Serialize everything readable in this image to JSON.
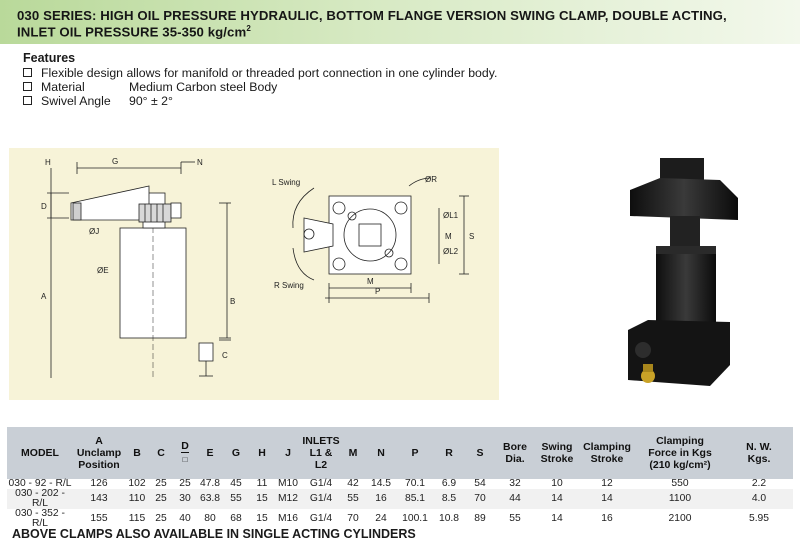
{
  "header": {
    "line1": "030 SERIES: HIGH OIL PRESSURE HYDRAULIC, BOTTOM FLANGE VERSION SWING CLAMP, DOUBLE ACTING,",
    "line2": "INLET OIL PRESSURE 35-350 kg/cm",
    "line2_sup": "2"
  },
  "features": {
    "title": "Features",
    "items": [
      {
        "text": "Flexible design allows for manifold or threaded port connection in one cylinder body."
      },
      {
        "label": "Material",
        "value": "Medium Carbon steel Body"
      },
      {
        "label": "Swivel Angle",
        "value": "90° ± 2°"
      }
    ]
  },
  "drawing": {
    "labels": {
      "H": "H",
      "G": "G",
      "N": "N",
      "D": "D",
      "J": "ØJ",
      "E": "ØE",
      "A": "A",
      "B": "B",
      "C": "C",
      "L_swing": "L Swing",
      "R_swing": "R Swing",
      "R": "ØR",
      "L1": "ØL1",
      "L2": "ØL2",
      "M_side": "M",
      "S": "S",
      "M_bottom": "M",
      "P": "P"
    }
  },
  "table": {
    "headers": [
      {
        "lines": [
          "MODEL"
        ]
      },
      {
        "lines": [
          "A",
          "Unclamp",
          "Position"
        ]
      },
      {
        "lines": [
          "B"
        ]
      },
      {
        "lines": [
          "C"
        ]
      },
      {
        "lines": [
          "D"
        ],
        "bracket": true
      },
      {
        "lines": [
          "E"
        ]
      },
      {
        "lines": [
          "G"
        ]
      },
      {
        "lines": [
          "H"
        ]
      },
      {
        "lines": [
          "J"
        ]
      },
      {
        "lines": [
          "INLETS",
          "L1 &",
          "L2"
        ]
      },
      {
        "lines": [
          "M"
        ]
      },
      {
        "lines": [
          "N"
        ]
      },
      {
        "lines": [
          "P"
        ]
      },
      {
        "lines": [
          "R"
        ]
      },
      {
        "lines": [
          "S"
        ]
      },
      {
        "lines": [
          "Bore",
          "Dia."
        ]
      },
      {
        "lines": [
          "Swing",
          "Stroke"
        ]
      },
      {
        "lines": [
          "Clamping",
          "Stroke"
        ]
      },
      {
        "lines": [
          "Clamping",
          "Force in Kgs",
          "(210 kg/cm²)"
        ]
      },
      {
        "lines": [
          "N. W.",
          "Kgs."
        ]
      }
    ],
    "rows": [
      [
        "030 - 92 - R/L",
        "126",
        "102",
        "25",
        "25",
        "47.8",
        "45",
        "11",
        "M10",
        "G1/4",
        "42",
        "14.5",
        "70.1",
        "6.9",
        "54",
        "32",
        "10",
        "12",
        "550",
        "2.2"
      ],
      [
        "030 - 202 - R/L",
        "143",
        "110",
        "25",
        "30",
        "63.8",
        "55",
        "15",
        "M12",
        "G1/4",
        "55",
        "16",
        "85.1",
        "8.5",
        "70",
        "44",
        "14",
        "14",
        "1100",
        "4.0"
      ],
      [
        "030 - 352 - R/L",
        "155",
        "115",
        "25",
        "40",
        "80",
        "68",
        "15",
        "M16",
        "G1/4",
        "70",
        "24",
        "100.1",
        "10.8",
        "89",
        "55",
        "14",
        "16",
        "2100",
        "5.95"
      ]
    ]
  },
  "footer": {
    "note": "ABOVE CLAMPS ALSO AVAILABLE IN SINGLE ACTING CYLINDERS"
  },
  "colors": {
    "header_gradient_start": "#b9d99a",
    "drawing_background": "#f7f3d8",
    "table_header_bg": "#c9cfd6"
  }
}
